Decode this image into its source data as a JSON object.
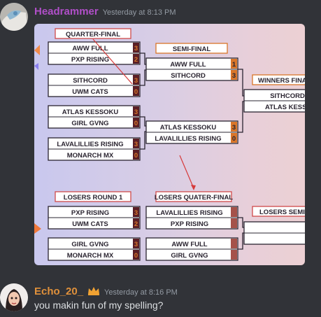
{
  "message1": {
    "username": "Headrammer",
    "username_color": "#b04fc8",
    "timestamp": "Yesterday at 8:13 PM"
  },
  "bracket": {
    "rounds": {
      "qf": "QUARTER-FINAL",
      "sf": "SEMI-FINAL",
      "wf": "WINNERS FINAL",
      "lr1": "LOSERS ROUND 1",
      "lqf": "LOSERS QUATER-FINAL",
      "lsf": "LOSERS SEMI-FINAL"
    },
    "qf": [
      {
        "team1": "AWW FULL",
        "score1": "3",
        "team2": "PXP RISING",
        "score2": "2"
      },
      {
        "team1": "SITHCORD",
        "score1": "3",
        "team2": "UWM CATS",
        "score2": "0"
      },
      {
        "team1": "ATLAS KESSOKU",
        "score1": "3",
        "team2": "GIRL GVNG",
        "score2": "0"
      },
      {
        "team1": "LAVALILLIES RISING",
        "score1": "3",
        "team2": "MONARCH MX",
        "score2": "0"
      }
    ],
    "sf": [
      {
        "team1": "AWW FULL",
        "score1": "1",
        "team2": "SITHCORD",
        "score2": "3"
      },
      {
        "team1": "ATLAS KESSOKU",
        "score1": "3",
        "team2": "LAVALILLIES RISING",
        "score2": "0"
      }
    ],
    "wf": {
      "team1": "SITHCORD",
      "team2": "ATLAS KESSOKU"
    },
    "lr1": [
      {
        "team1": "PXP RISING",
        "score1": "3",
        "team2": "UWM CATS",
        "score2": "2"
      },
      {
        "team1": "GIRL GVNG",
        "score1": "3",
        "team2": "MONARCH MX",
        "score2": "0"
      }
    ],
    "lqf": [
      {
        "team1": "LAVALILLIES RISING",
        "team2": "PXP RISING"
      },
      {
        "team1": "AWW FULL",
        "team2": "GIRL GVNG"
      }
    ],
    "colors": {
      "score_dark": "#5a1f26",
      "score_orange": "#d9762a",
      "score_pending": "#a5524a",
      "frame": "#2a2430",
      "label_border": "#cf4a4a",
      "arrow": "#d63a3a"
    }
  },
  "message2": {
    "username": "Echo_20_",
    "username_color": "#e0913b",
    "timestamp": "Yesterday at 8:16 PM",
    "text": "you makin fun of my spelling?",
    "crown_icon": "crown-icon"
  }
}
